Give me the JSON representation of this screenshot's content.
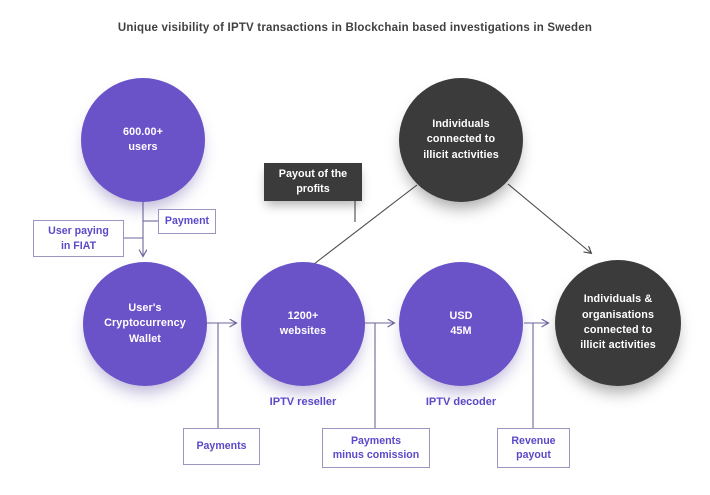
{
  "title": "Unique visibility of IPTV transactions in Blockchain based investigations in Sweden",
  "colors": {
    "bg": "#ffffff",
    "purple": "#6a52c8",
    "dark": "#3b3b3b",
    "accent_text": "#5a49c9",
    "tag_border": "#9c95c2",
    "connector": "#6f679c",
    "dark_line": "#4c4c4c"
  },
  "nodes": {
    "users_circle": {
      "label": "600.00+\nusers"
    },
    "illicit_individuals_circle": {
      "label": "Individuals\nconnected to\nillicit activities"
    },
    "payout_profits_box": {
      "label": "Payout of the\nprofits"
    },
    "wallet_circle": {
      "label": "User's\nCryptocurrency\nWallet"
    },
    "websites_circle": {
      "label": "1200+\nwebsites",
      "caption": "IPTV reseller"
    },
    "usd_circle": {
      "label": "USD\n45M",
      "caption": "IPTV decoder"
    },
    "illicit_organisations_circle": {
      "label": "Individuals &\norganisations\nconnected to\nillicit activities"
    }
  },
  "tags": {
    "payment": "Payment",
    "user_paying_fiat": "User paying\nin FIAT",
    "payments": "Payments",
    "payments_minus_comission": "Payments\nminus comission",
    "revenue_payout": "Revenue\npayout"
  }
}
